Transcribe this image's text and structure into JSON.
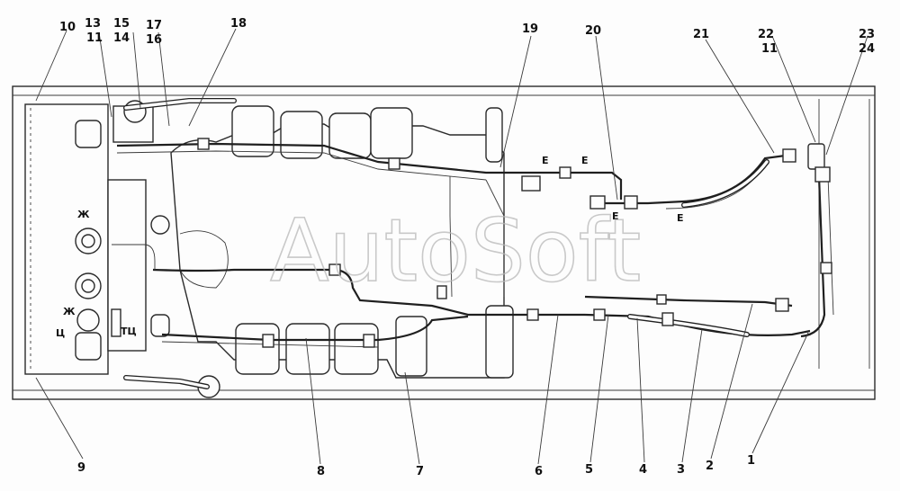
{
  "watermark": "AutoSoft",
  "callouts_top": [
    "10",
    "13",
    "11",
    "15",
    "14",
    "17",
    "16",
    "18",
    "19",
    "20",
    "21",
    "22",
    "11",
    "23",
    "24"
  ],
  "callouts_bottom": [
    "9",
    "8",
    "7",
    "6",
    "5",
    "4",
    "3",
    "2",
    "1"
  ],
  "marks": [
    "Е",
    "Е",
    "Е",
    "Е",
    "Ж",
    "Ж",
    "Ц",
    "ТЦ"
  ]
}
